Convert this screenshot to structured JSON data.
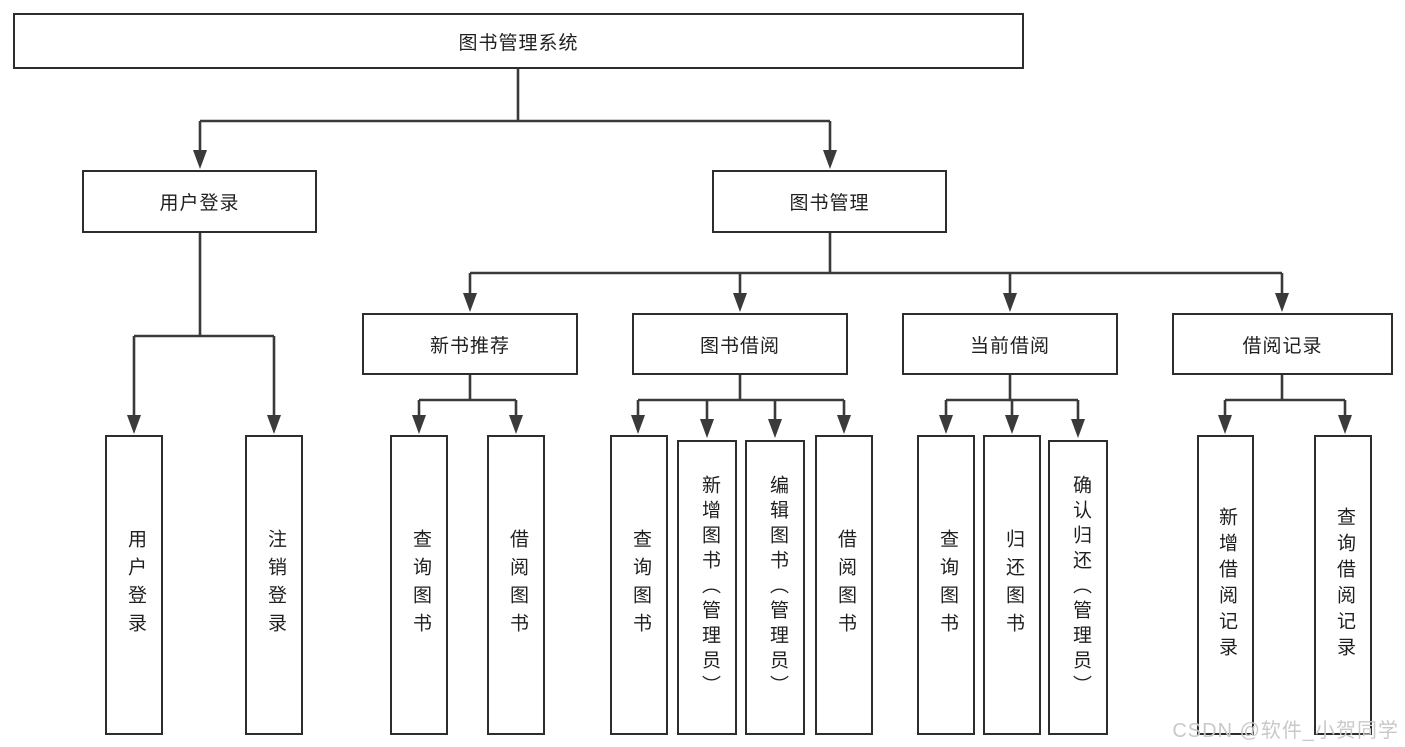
{
  "colors": {
    "line": "#3a3a3a",
    "box_border": "#2d2d2d",
    "text": "#1f1f1f",
    "watermark": "#c9c9c9",
    "background": "#ffffff"
  },
  "tree": {
    "root": {
      "label": "图书管理系统"
    },
    "branches": [
      {
        "label": "用户登录",
        "leaves": [
          {
            "label": "用户登录"
          },
          {
            "label": "注销登录"
          }
        ]
      },
      {
        "label": "图书管理",
        "children": [
          {
            "label": "新书推荐",
            "leaves": [
              {
                "label": "查询图书"
              },
              {
                "label": "借阅图书"
              }
            ]
          },
          {
            "label": "图书借阅",
            "leaves": [
              {
                "label": "查询图书"
              },
              {
                "label": "新增图书（管理员）"
              },
              {
                "label": "编辑图书（管理员）"
              },
              {
                "label": "借阅图书"
              }
            ]
          },
          {
            "label": "当前借阅",
            "leaves": [
              {
                "label": "查询图书"
              },
              {
                "label": "归还图书"
              },
              {
                "label": "确认归还（管理员）"
              }
            ]
          },
          {
            "label": "借阅记录",
            "leaves": [
              {
                "label": "新增借阅记录"
              },
              {
                "label": "查询借阅记录"
              }
            ]
          }
        ]
      }
    ]
  },
  "watermark": {
    "text": "CSDN @软件_小贺同学"
  }
}
